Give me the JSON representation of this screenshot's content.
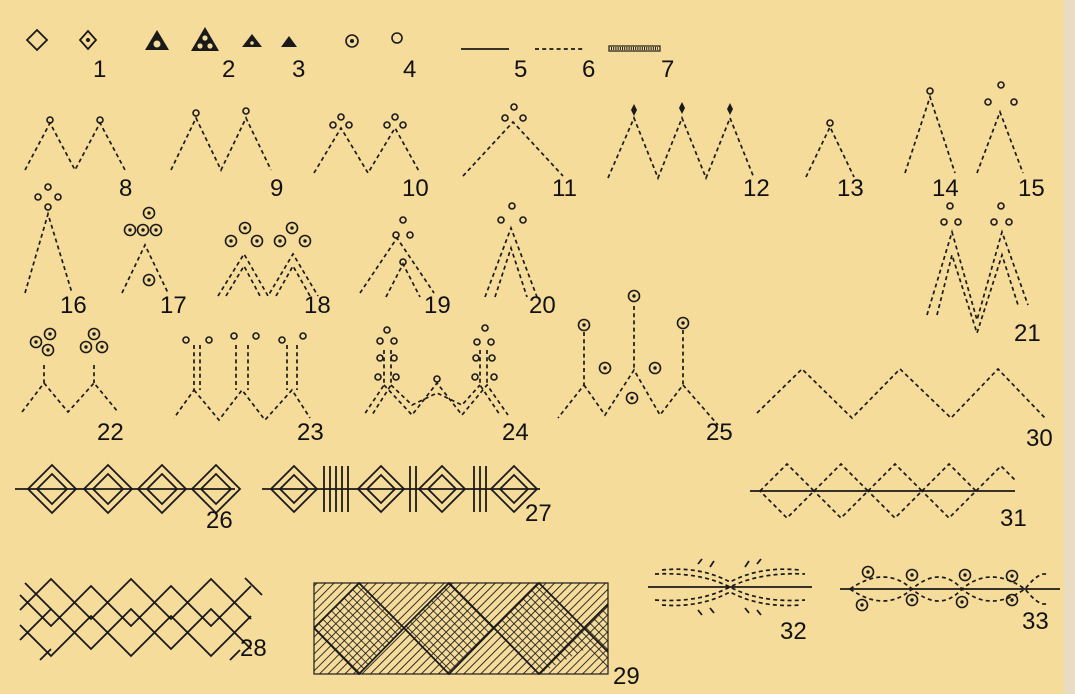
{
  "background_color": "#f6dc9b",
  "ink_color": "#1a1a1a",
  "labels": {
    "1": "1",
    "2": "2",
    "3": "3",
    "4": "4",
    "5": "5",
    "6": "6",
    "7": "7",
    "8": "8",
    "9": "9",
    "10": "10",
    "11": "11",
    "12": "12",
    "13": "13",
    "14": "14",
    "15": "15",
    "16": "16",
    "17": "17",
    "18": "18",
    "19": "19",
    "20": "20",
    "21": "21",
    "22": "22",
    "23": "23",
    "24": "24",
    "25": "25",
    "26": "26",
    "27": "27",
    "28": "28",
    "29": "29",
    "30": "30",
    "31": "31",
    "32": "32",
    "33": "33"
  }
}
